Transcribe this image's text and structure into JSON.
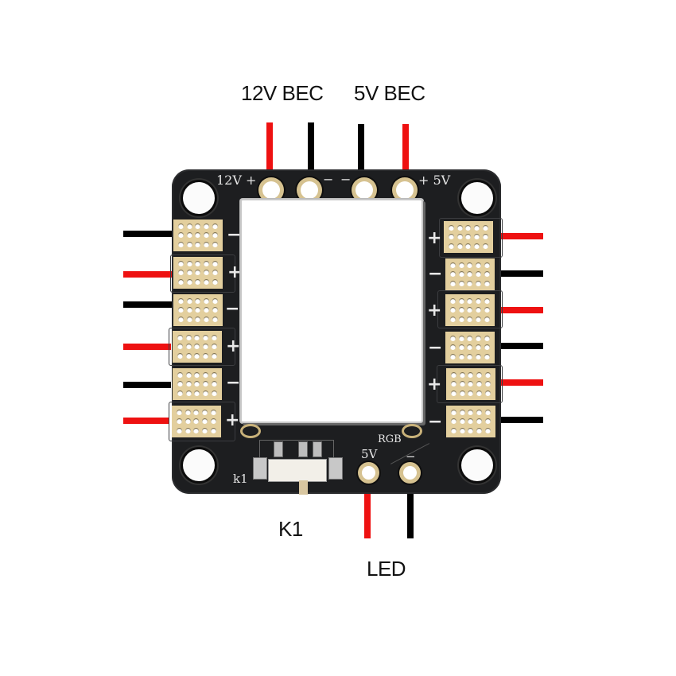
{
  "labels": {
    "bec12": "12V BEC",
    "bec5": "5V BEC",
    "switch": "K1",
    "led": "LED"
  },
  "silkscreen": {
    "top_left": "12V +",
    "top_minus_1": "−",
    "top_minus_2": "−",
    "top_right": "+ 5V",
    "rgb": "RGB",
    "led_5v": "5V",
    "led_minus": "−",
    "switch_ref": "k1"
  },
  "left_pads": [
    {
      "sign": "−",
      "wire": "black"
    },
    {
      "sign": "+",
      "wire": "red"
    },
    {
      "sign": "−",
      "wire": "black"
    },
    {
      "sign": "+",
      "wire": "red"
    },
    {
      "sign": "−",
      "wire": "black"
    },
    {
      "sign": "+",
      "wire": "red"
    }
  ],
  "right_pads": [
    {
      "sign": "+",
      "wire": "red"
    },
    {
      "sign": "−",
      "wire": "black"
    },
    {
      "sign": "+",
      "wire": "red"
    },
    {
      "sign": "−",
      "wire": "black"
    },
    {
      "sign": "+",
      "wire": "red"
    },
    {
      "sign": "−",
      "wire": "black"
    }
  ],
  "top_wires": [
    "red",
    "black",
    "black",
    "red"
  ],
  "led_wires": [
    "red",
    "black"
  ],
  "colors": {
    "wire_red": "#ee1111",
    "wire_black": "#000000",
    "pcb": "#1d1e20",
    "pad_gold": "#e3cf9e"
  }
}
